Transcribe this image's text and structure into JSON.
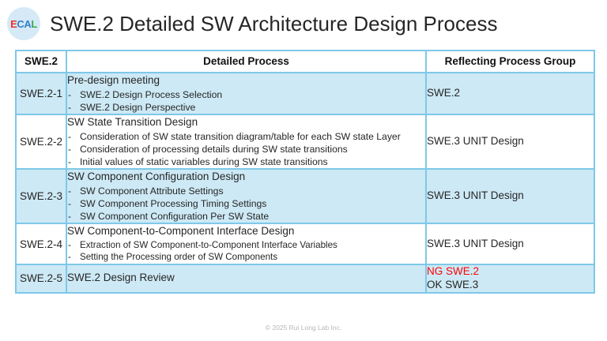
{
  "header": {
    "logo": {
      "letters": [
        "E",
        "C",
        "A",
        "L"
      ],
      "alt": "ECAL"
    },
    "title": "SWE.2 Detailed SW Architecture Design Process"
  },
  "table": {
    "columns": [
      "SWE.2",
      "Detailed Process",
      "Reflecting Process Group"
    ],
    "rows": [
      {
        "id": "SWE.2-1",
        "shaded": true,
        "desc_title": "Pre-design meeting",
        "bullets": [
          "SWE.2 Design Process Selection",
          "SWE.2 Design Perspective"
        ],
        "group": "SWE.2"
      },
      {
        "id": "SWE.2-2",
        "shaded": false,
        "desc_title": "SW State Transition Design",
        "bullets": [
          "Consideration of SW state transition diagram/table for each SW state Layer",
          "Consideration of processing details during SW state transitions",
          "Initial values of static variables during SW state transitions"
        ],
        "group": "SWE.3 UNIT Design"
      },
      {
        "id": "SWE.2-3",
        "shaded": true,
        "desc_title": "SW Component Configuration Design",
        "bullets": [
          "SW Component Attribute Settings",
          "SW Component Processing Timing Settings",
          "SW Component Configuration Per SW State"
        ],
        "group": "SWE.3 UNIT Design"
      },
      {
        "id": "SWE.2-4",
        "shaded": false,
        "desc_title": "SW Component-to-Component Interface Design",
        "bullets": [
          "Extraction of SW Component-to-Component Interface Variables",
          "Setting the Processing order of SW Components"
        ],
        "group": "SWE.3 UNIT Design"
      },
      {
        "id": "SWE.2-5",
        "shaded": true,
        "desc_title": "SWE.2 Design Review",
        "bullets": [],
        "group_ng": "NG SWE.2",
        "group_ok": "OK SWE.3"
      }
    ],
    "bullet_marker": "-"
  },
  "footer": {
    "copyright": "© 2025 Rui Long Lab Inc."
  },
  "colors": {
    "border": "#7ec8e8",
    "shaded_row": "#cde9f5",
    "logo_bg": "#d5e9f7",
    "ng_red": "#ff0000",
    "title_text": "#262626"
  }
}
